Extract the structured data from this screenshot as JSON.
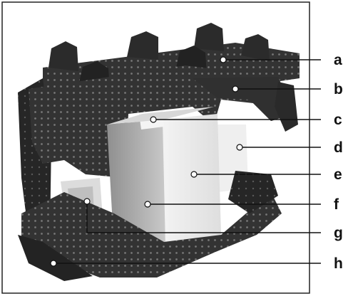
{
  "figure": {
    "description_labels": [
      "a",
      "b",
      "c",
      "d",
      "e",
      "f",
      "g",
      "h"
    ]
  },
  "callouts": [
    {
      "label": "a"
    },
    {
      "label": "b"
    },
    {
      "label": "c"
    },
    {
      "label": "d"
    },
    {
      "label": "e"
    },
    {
      "label": "f"
    },
    {
      "label": "g"
    },
    {
      "label": "h"
    }
  ],
  "colors": {
    "foam_dark": "#2c2c2c",
    "foam_mid": "#3a3a3a",
    "box_light": "#e9e9e9",
    "box_side": "#bdbdbd",
    "leader_line": "#111111"
  }
}
